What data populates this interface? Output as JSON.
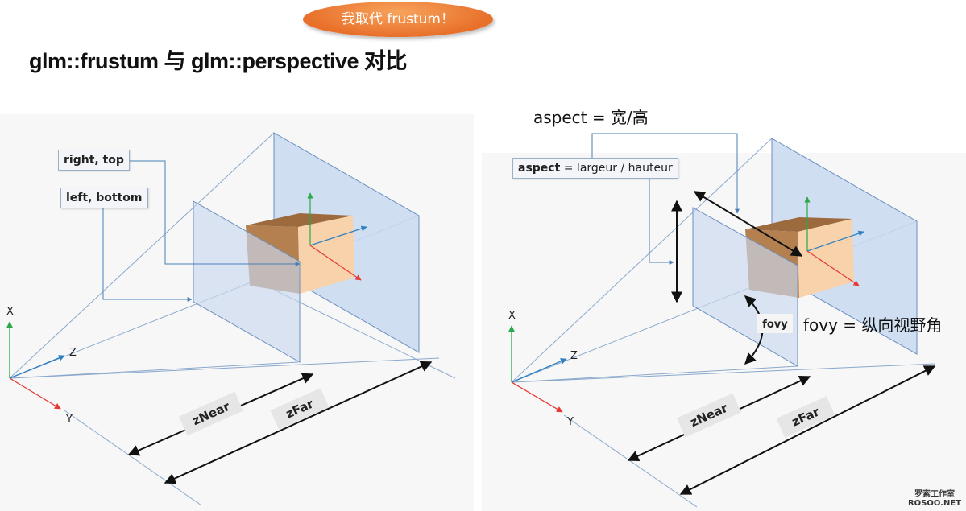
{
  "title": "glm::frustum 与 glm::perspective 对比",
  "bubble_text": "我取代 frustum！",
  "left_panel": {
    "label_right_top": "right, top",
    "label_left_bottom": "left, bottom",
    "axis_x": "X",
    "axis_y": "Y",
    "axis_z": "Z",
    "znear": "zNear",
    "zfar": "zFar"
  },
  "right_panel": {
    "aspect_caption": "aspect = 宽/高",
    "aspect_bold": "aspect",
    "aspect_formula": " = largeur / hauteur",
    "fovy_tag": "fovy",
    "fovy_caption": "fovy = 纵向视野角",
    "axis_x": "X",
    "axis_y": "Y",
    "axis_z": "Z",
    "znear": "zNear",
    "zfar": "zFar"
  },
  "watermark": {
    "line1": "罗索工作室",
    "line2": "ROSOO.NET"
  },
  "colors": {
    "bubble": "#e8702a",
    "plane_fill": "#c9d9f0",
    "cube_front": "#f8d2ab",
    "cube_side": "#b07a4a",
    "axis_x": "#2aa84a",
    "axis_y": "#e53935",
    "axis_z": "#2f7fc1"
  }
}
